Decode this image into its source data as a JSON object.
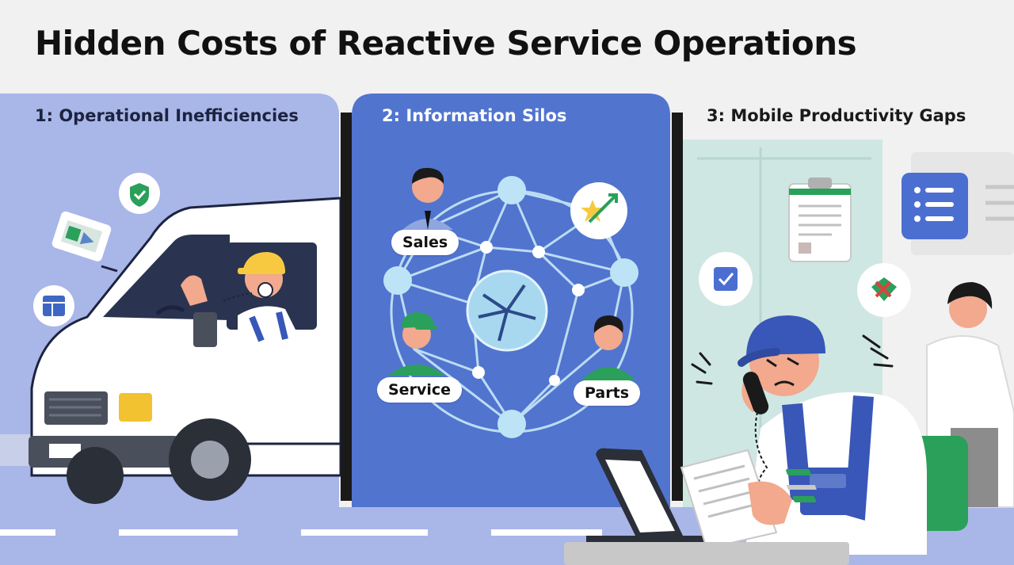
{
  "title": "Hidden Costs of Reactive Service Operations",
  "panels": [
    {
      "label": "1: Operational Inefficiencies"
    },
    {
      "label": "2:  Information Silos"
    },
    {
      "label": "3: Mobile Productivity Gaps"
    }
  ],
  "silo_nodes": {
    "sales": "Sales",
    "service": "Service",
    "parts": "Parts"
  },
  "colors": {
    "panel1_bg": "#a9b6e8",
    "panel2_bg": "#5174cf",
    "panel3_bg": "#cfe7e2",
    "accent_green": "#2aa05a",
    "accent_yellow": "#f7c940",
    "uniform_blue": "#3857b8"
  },
  "icons": [
    "check-badge-icon",
    "map-card-icon",
    "grid-tile-icon",
    "star-arrow-icon",
    "clipboard-icon",
    "checklist-icon",
    "checkbox-icon",
    "map-pin-icon"
  ]
}
